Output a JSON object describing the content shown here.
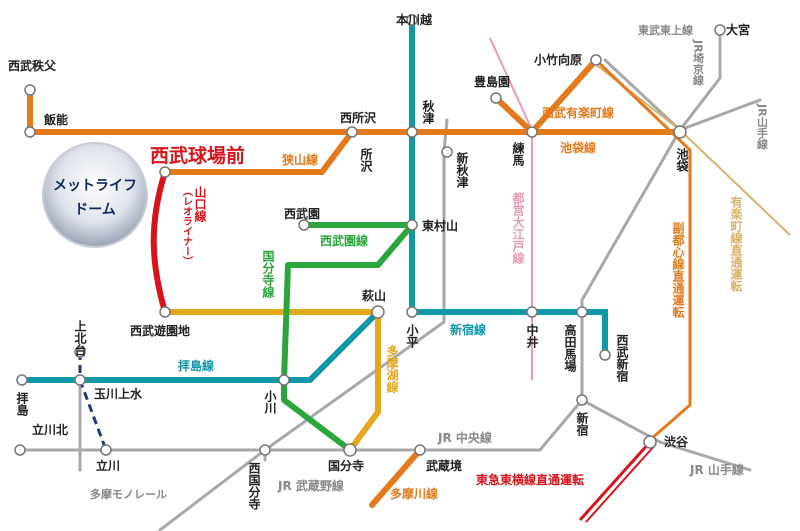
{
  "colors": {
    "orange": "#e47a1c",
    "teal": "#1097a8",
    "green": "#2ba63d",
    "red": "#d7141c",
    "yellow": "#e5a81d",
    "gray": "#a8a8a8",
    "pink": "#ea9ab8",
    "tan": "#d9b26a",
    "navy": "#223a78",
    "darkgray": "#888888"
  },
  "highlight": {
    "station": "西武球場前",
    "venue_line1": "メットライフ",
    "venue_line2": "ドーム"
  },
  "stations": {
    "seibu_chichibu": "西武秩父",
    "hanno": "飯能",
    "nishi_tokorozawa": "西所沢",
    "tokorozawa": "所沢",
    "hon_kawagoe": "本川越",
    "akitsu": "秋津",
    "shin_akitsu": "新秋津",
    "toshimaen": "豊島園",
    "kotake_mukaihara": "小竹向原",
    "nerima": "練馬",
    "ikebukuro": "池袋",
    "omiya": "大宮",
    "seibuen": "西武園",
    "higashi_murayama": "東村山",
    "seibu_yuenchi": "西武遊園地",
    "haijima": "拝島",
    "kamikitadai": "上北台",
    "tamagawa_josui": "玉川上水",
    "tachikawa_kita": "立川北",
    "tachikawa": "立川",
    "hagiyama": "萩山",
    "kodaira": "小平",
    "ogawa": "小川",
    "nakai": "中井",
    "takadanobaba": "高田馬場",
    "seibu_shinjuku": "西武新宿",
    "shinjuku": "新宿",
    "shibuya": "渋谷",
    "kokubunji": "国分寺",
    "nishi_kokubunji": "西国分寺",
    "musashi_sakai": "武蔵境"
  },
  "lines": {
    "sayama": "狭山線",
    "yamaguchi": "山口線",
    "yamaguchi_sub": "（レオライナー）",
    "seibuen_line": "西武園線",
    "kokubunji_line": "国分寺線",
    "haijima_line": "拝島線",
    "shinjuku_line": "新宿線",
    "tamako": "多摩湖線",
    "seibu_yurakucho": "西武有楽町線",
    "ikebukuro_line": "池袋線",
    "toei_oedo": "都営大江戸線",
    "fukutoshin": "副都心線直通運転",
    "yurakucho_direct": "有楽町線直通運転",
    "tokyu_direct": "東急東横線直通運転",
    "tamagawa": "多摩川線",
    "jr_chuo": "JR 中央線",
    "jr_musashino": "JR 武蔵野線",
    "jr_yamanote_bottom": "JR 山手線",
    "tobu_tojo": "東武東上線",
    "jr_saikyo": "JR埼京線",
    "jr_yamanote_right": "JR山手線",
    "tama_monorail": "多摩モノレール"
  }
}
